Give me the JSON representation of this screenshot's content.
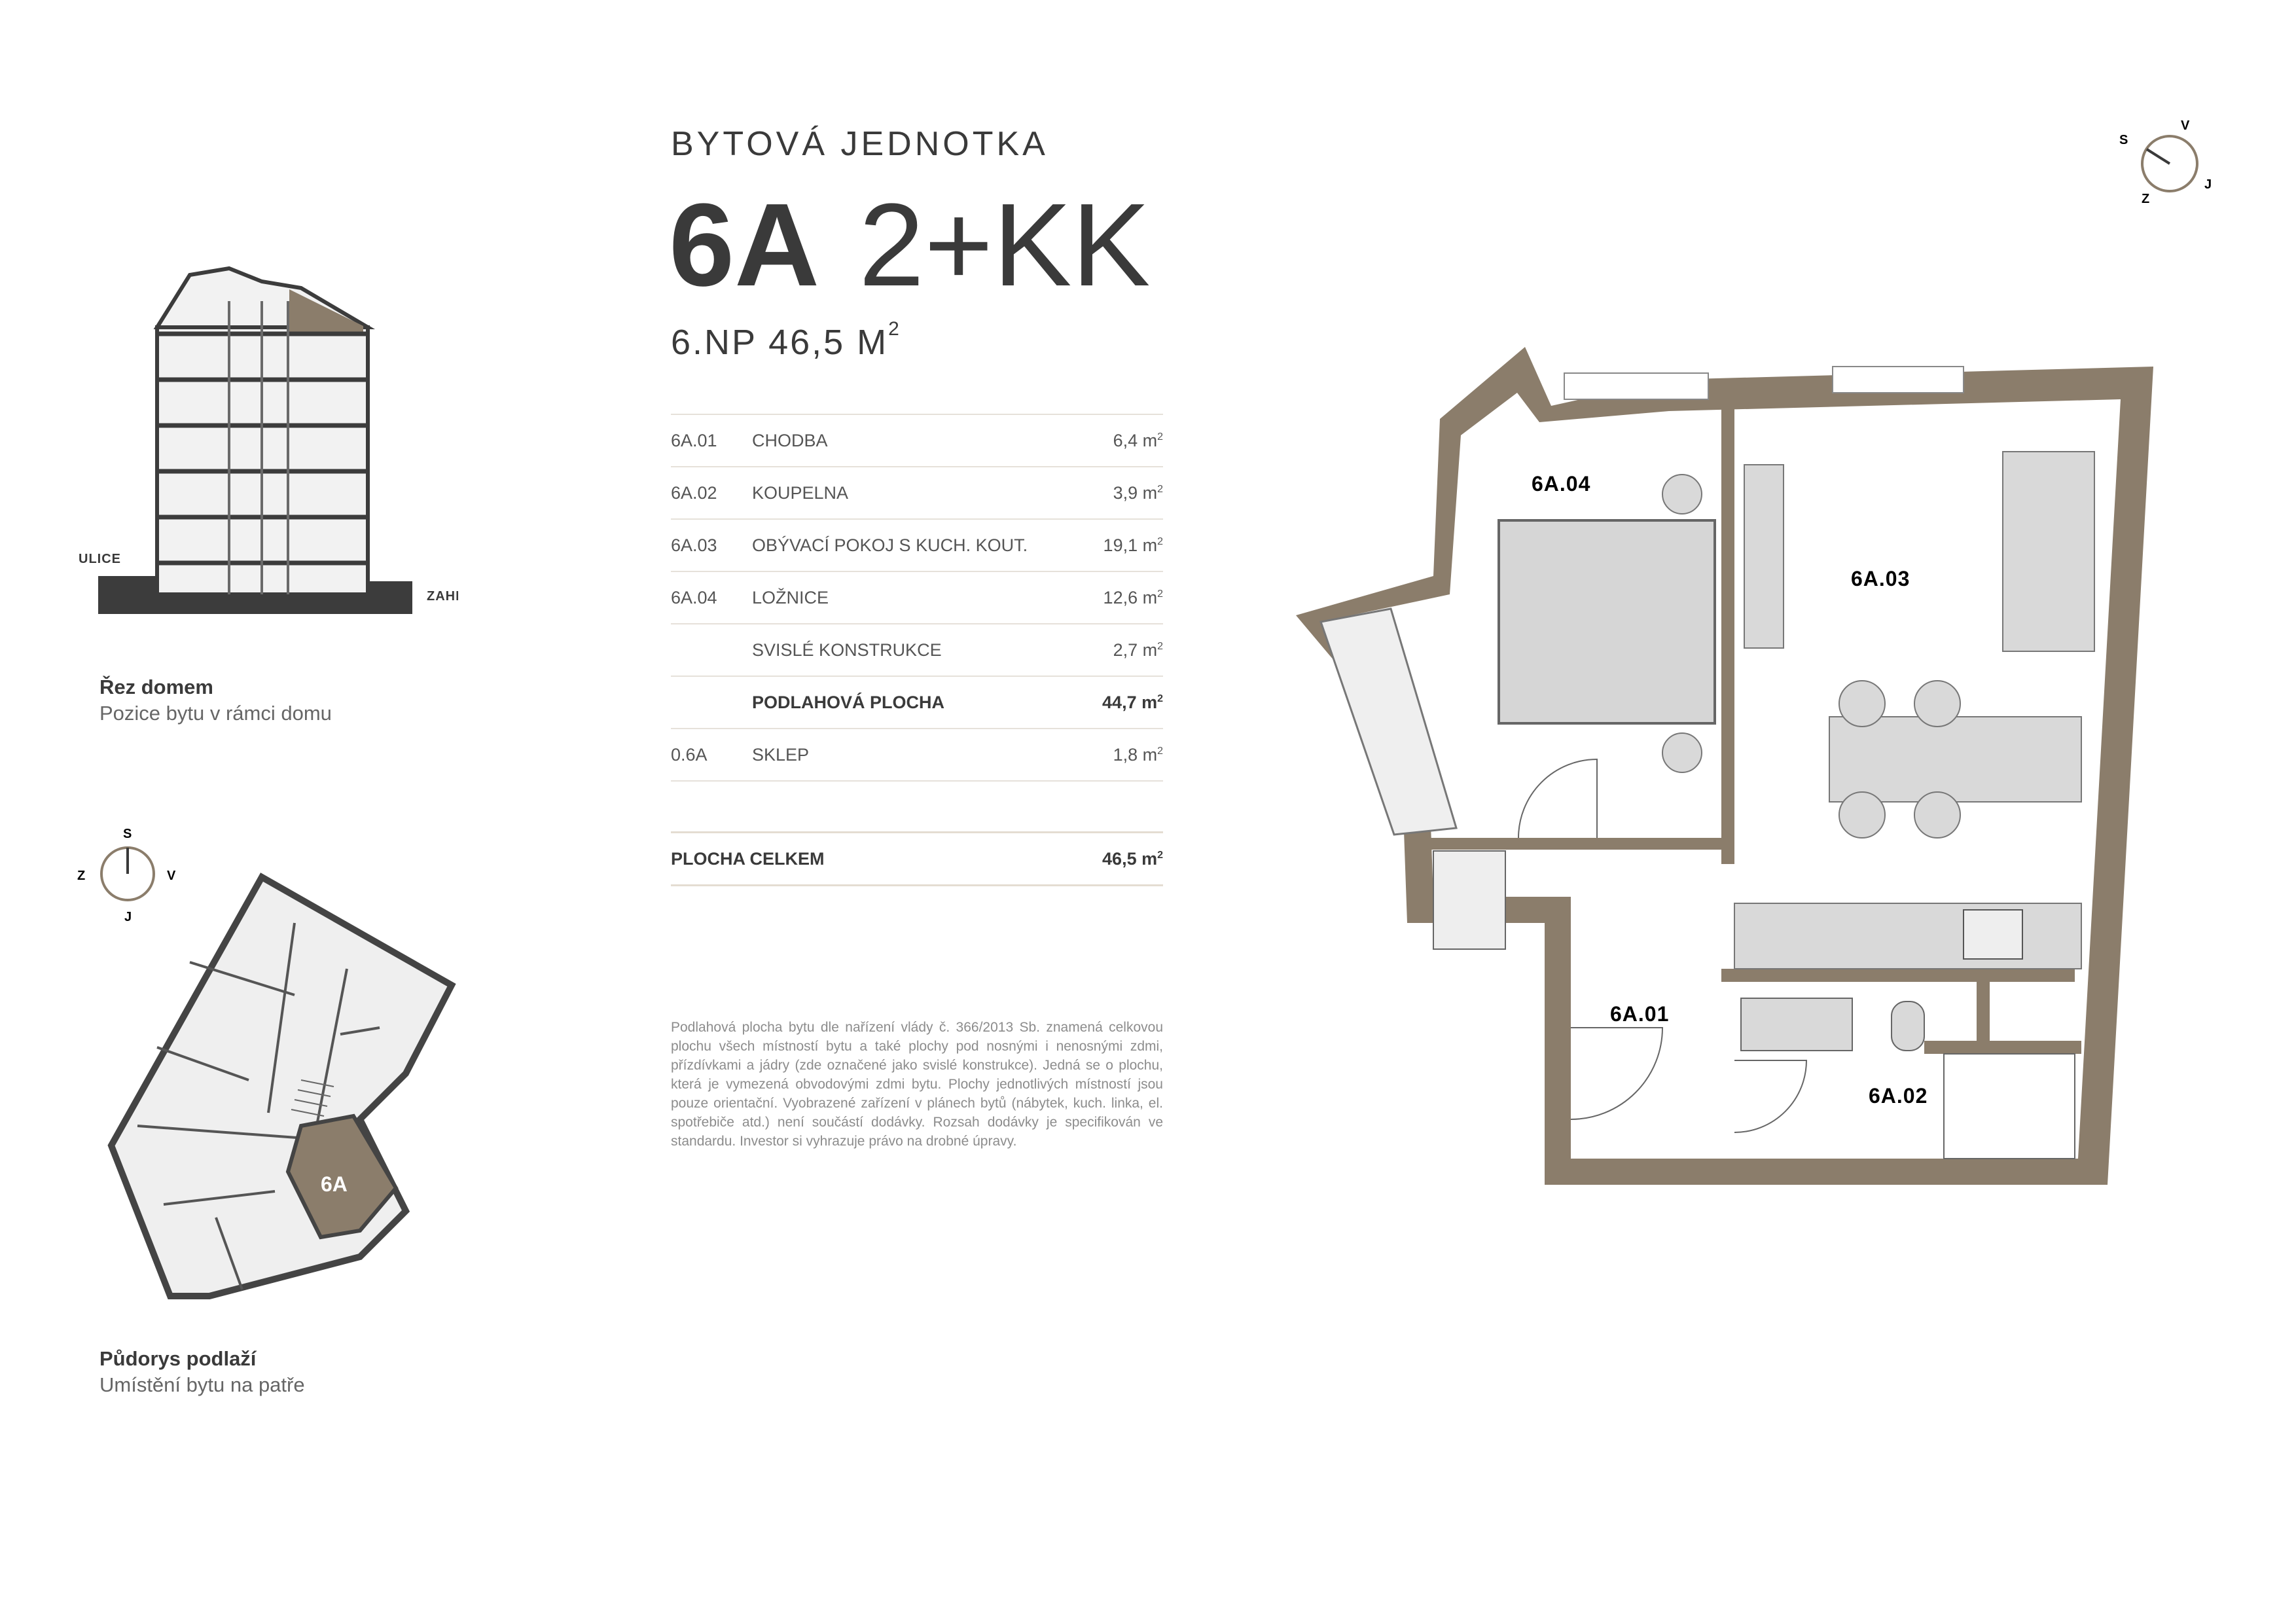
{
  "header": {
    "kicker": "BYTOVÁ JEDNOTKA",
    "unit": "6A",
    "type": "2+KK",
    "floor_area": "6.NP 46,5 M",
    "floor_area_sup": "2"
  },
  "rooms": [
    {
      "code": "6A.01",
      "name": "CHODBA",
      "area": "6,4 m",
      "bold": false
    },
    {
      "code": "6A.02",
      "name": "KOUPELNA",
      "area": "3,9 m",
      "bold": false
    },
    {
      "code": "6A.03",
      "name": "OBÝVACÍ POKOJ S KUCH. KOUT.",
      "area": "19,1 m",
      "bold": false
    },
    {
      "code": "6A.04",
      "name": "LOŽNICE",
      "area": "12,6 m",
      "bold": false
    },
    {
      "code": "",
      "name": "SVISLÉ KONSTRUKCE",
      "area": "2,7 m",
      "bold": false
    },
    {
      "code": "",
      "name": "PODLAHOVÁ PLOCHA",
      "area": "44,7 m",
      "bold": true
    },
    {
      "code": "0.6A",
      "name": "SKLEP",
      "area": "1,8 m",
      "bold": false
    }
  ],
  "area_sup": "2",
  "total": {
    "label": "PLOCHA CELKEM",
    "value": "46,5 m"
  },
  "note": "Podlahová plocha bytu dle nařízení vlády č. 366/2013 Sb. znamená celkovou plochu všech místností bytu a také plochy pod nosnými i nenosnými zdmi, přízdívkami a jádry (zde označené jako svislé konstrukce). Jedná se o plochu, která je vymezená obvodovými zdmi bytu. Plochy jednotlivých místností jsou pouze orientační. Vyobrazené zařízení v plánech bytů (nábytek, kuch. linka, el. spotřebiče atd.) není součástí dodávky. Rozsah dodávky je specifikován ve standardu. Investor si vyhrazuje právo na drobné úpravy.",
  "section": {
    "title": "Řez domem",
    "subtitle": "Pozice bytu v rámci domu",
    "label_left": "ULICE",
    "label_right": "ZAHRADA"
  },
  "floorplan_small": {
    "title": "Půdorys podlaží",
    "subtitle": "Umístění bytu na patře",
    "unit_label": "6A"
  },
  "compass_small": {
    "n": "S",
    "w": "Z",
    "e": "V",
    "s": "J"
  },
  "compass_large": {
    "n": "S",
    "ne": "V",
    "e": "J",
    "s": "Z"
  },
  "plan_labels": {
    "r01": "6A.01",
    "r02": "6A.02",
    "r03": "6A.03",
    "r04": "6A.04"
  },
  "colors": {
    "wall": "#8b7d6b",
    "accent_unit": "#8b7d6b",
    "furniture": "#d9d9d9",
    "text": "#3a3a3a"
  }
}
